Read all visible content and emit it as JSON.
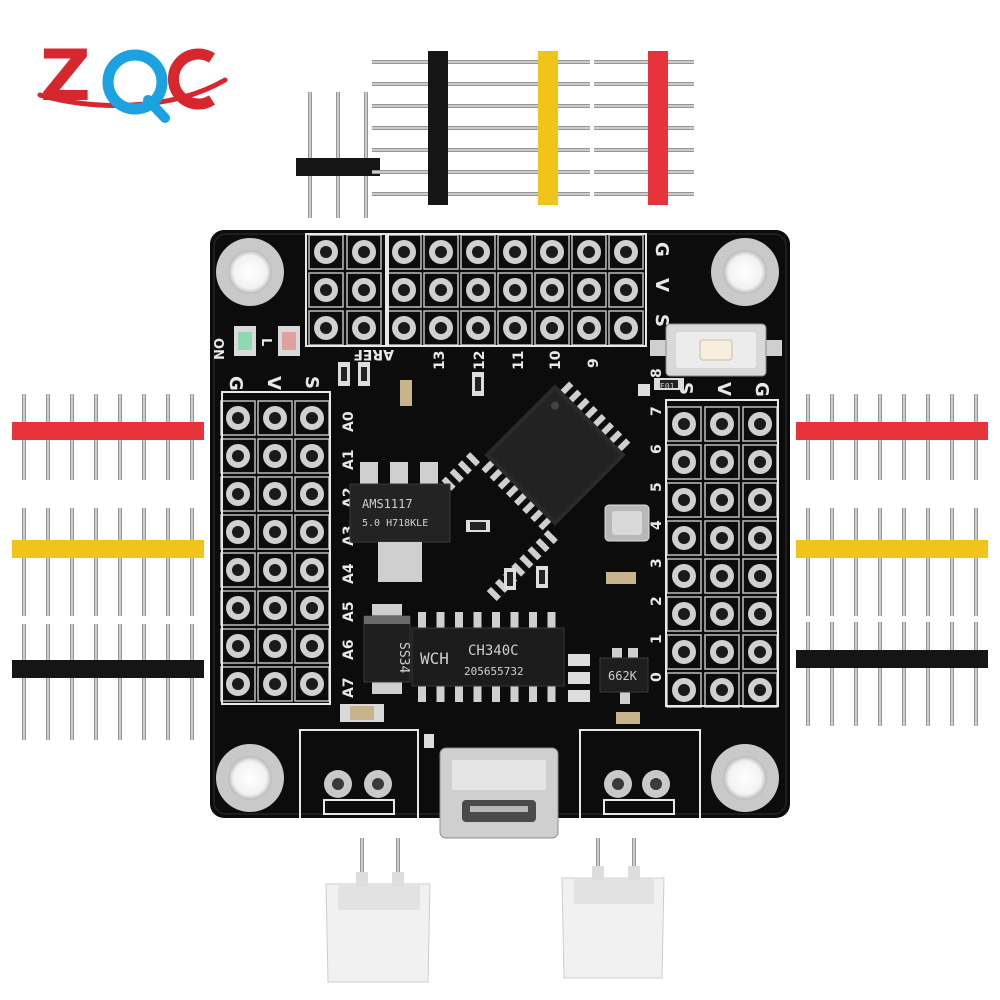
{
  "logo": {
    "text": "ZQC",
    "letter_z": "Z",
    "letter_q": "Q",
    "letter_c": "C"
  },
  "board": {
    "top_labels": {
      "aref": "AREF",
      "d13": "13",
      "d12": "12",
      "d11": "11",
      "d10": "10",
      "d9": "9"
    },
    "right_top_labels": {
      "g": "G",
      "v": "V",
      "s": "S"
    },
    "left_header": {
      "g": "G",
      "v": "V",
      "s": "S"
    },
    "right_header": {
      "s": "S",
      "v": "V",
      "g": "G"
    },
    "led_labels": {
      "on": "ON",
      "l": "L"
    },
    "analog_labels": [
      "A0",
      "A1",
      "A2",
      "A3",
      "A4",
      "A5",
      "A6",
      "A7"
    ],
    "digital_labels": [
      "8",
      "7",
      "6",
      "5",
      "4",
      "3",
      "2",
      "1",
      "0"
    ],
    "chips": {
      "regulator": "AMS1117",
      "regulator_sub": "5.0  H718KLE",
      "diode": "SS34",
      "usb_chip_logo": "WCH",
      "usb_chip": "CH340C",
      "usb_chip_code": "205655732",
      "transistor": "662K",
      "resistor": "E01"
    }
  },
  "colors": {
    "pcb": "#0c0c0c",
    "silkscreen": "#e8e8e8",
    "header_red": "#e8323c",
    "header_yellow": "#f0c419",
    "header_black": "#151515",
    "logo_red": "#d7262e",
    "logo_blue": "#1aa3e0"
  }
}
